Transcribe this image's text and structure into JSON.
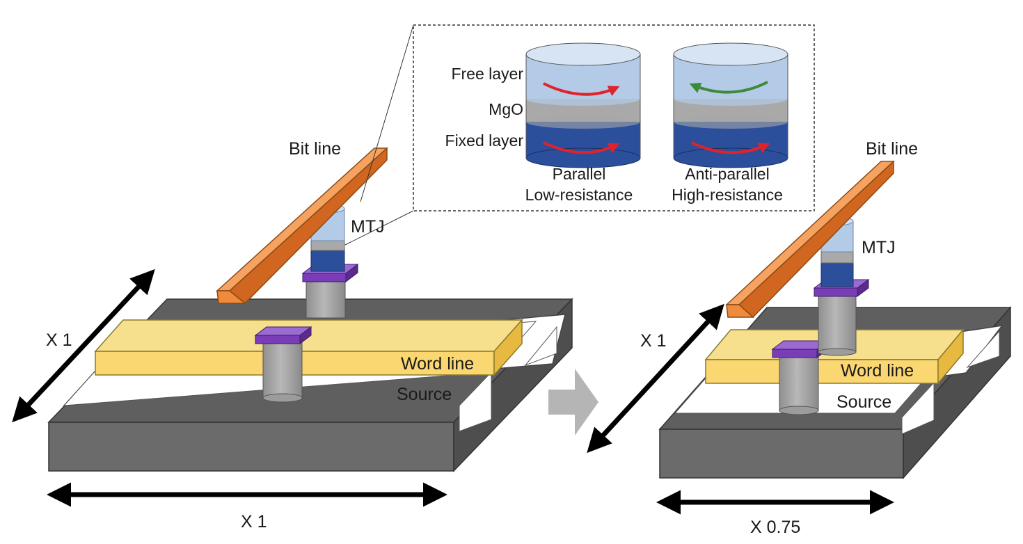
{
  "inset": {
    "layer_labels": {
      "free": "Free layer",
      "mgo": "MgO",
      "fixed": "Fixed layer"
    },
    "parallel": {
      "line1": "Parallel",
      "line2": "Low-resistance"
    },
    "antiparallel": {
      "line1": "Anti-parallel",
      "line2": "High-resistance"
    }
  },
  "left_cell": {
    "bit_line": "Bit line",
    "mtj": "MTJ",
    "word_line": "Word line",
    "source": "Source",
    "depth_scale": "X 1",
    "width_scale": "X 1"
  },
  "right_cell": {
    "bit_line": "Bit line",
    "mtj": "MTJ",
    "word_line": "Word line",
    "source": "Source",
    "depth_scale": "X 1",
    "width_scale": "X 0.75"
  },
  "colors": {
    "substrate_top": "#5f5f5f",
    "substrate_front": "#6b6b6b",
    "word_line": "#fbd772",
    "word_line_top": "#f6e08e",
    "bit_line": "#f08a3c",
    "bit_line_dark": "#d0661f",
    "contact_pad": "#7a3db8",
    "free_layer": "#b4cbe8",
    "mgo": "#a9a9a9",
    "fixed_layer": "#2c4f9c",
    "via": "#a4a4a4",
    "arrow_red": "#e0232b",
    "arrow_green": "#3d8a3a",
    "transition_arrow": "#b5b5b5"
  }
}
